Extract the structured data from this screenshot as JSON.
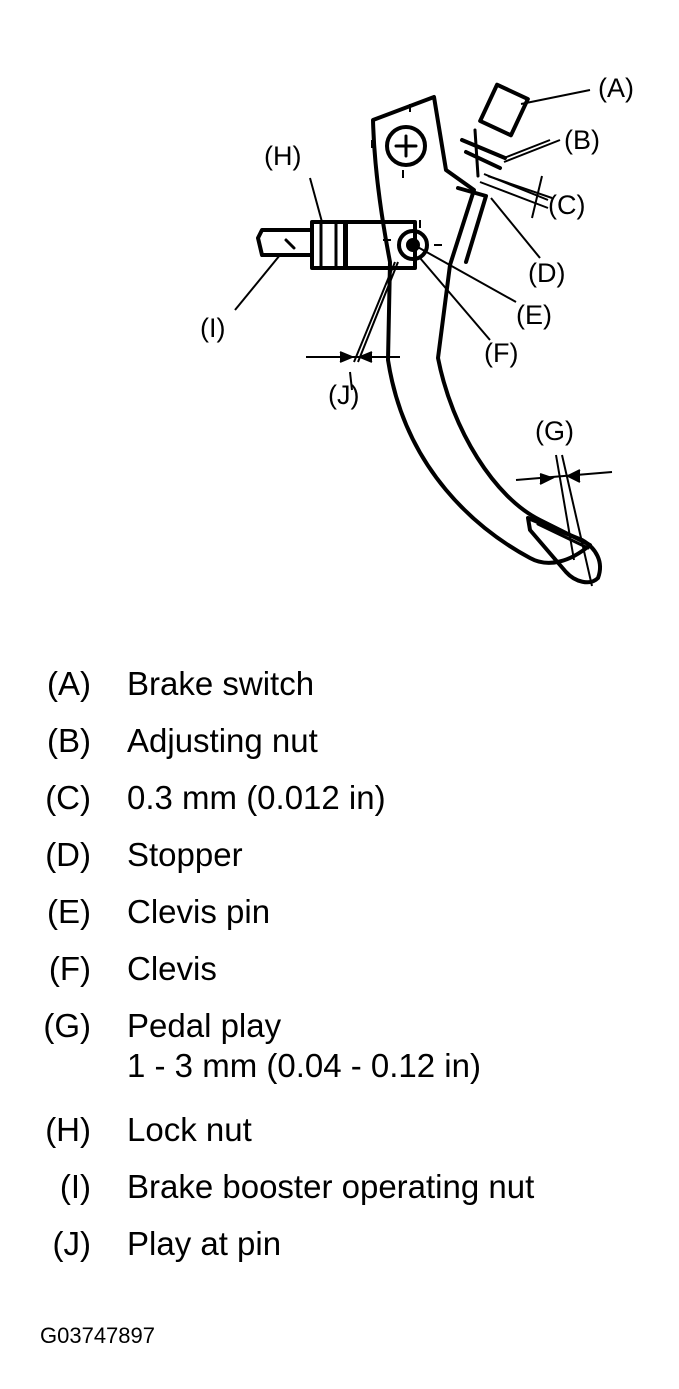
{
  "callouts": {
    "A": "(A)",
    "B": "(B)",
    "C": "(C)",
    "D": "(D)",
    "E": "(E)",
    "F": "(F)",
    "G": "(G)",
    "H": "(H)",
    "I": "(I)",
    "J": "(J)"
  },
  "legend": [
    {
      "code": "(A)",
      "text": "Brake switch"
    },
    {
      "code": "(B)",
      "text": "Adjusting nut"
    },
    {
      "code": "(C)",
      "text": "0.3 mm (0.012 in)"
    },
    {
      "code": "(D)",
      "text": "Stopper"
    },
    {
      "code": "(E)",
      "text": "Clevis pin"
    },
    {
      "code": "(F)",
      "text": "Clevis"
    },
    {
      "code": "(G)",
      "text": "Pedal play",
      "text2": "1 - 3 mm (0.04 - 0.12 in)"
    },
    {
      "code": "(H)",
      "text": "Lock nut"
    },
    {
      "code": "(I)",
      "text": "Brake booster operating nut"
    },
    {
      "code": "(J)",
      "text": "Play at pin"
    }
  ],
  "figure_id": "G03747897"
}
